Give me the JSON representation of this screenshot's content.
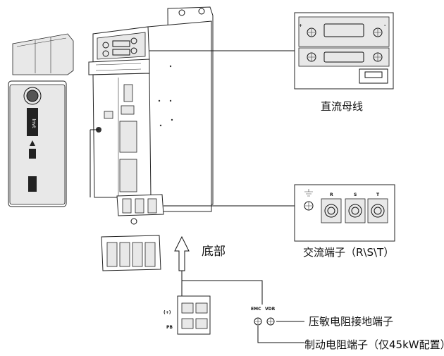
{
  "labels": {
    "dc_bus": "直流母线",
    "bottom": "底部",
    "ac_terminal": "交流端子（R\\S\\T）",
    "varistor_ground": "压敏电阻接地端子",
    "brake_resistor": "制动电阻端子（仅45kW配置）"
  },
  "terminal_marks": {
    "ac_r": "R",
    "ac_s": "S",
    "ac_t": "T",
    "plus": "+",
    "minus": "-",
    "connector_top": "(+)",
    "connector_bottom": "PB",
    "small_emc": "EMC",
    "small_vdr": "VDR"
  }
}
